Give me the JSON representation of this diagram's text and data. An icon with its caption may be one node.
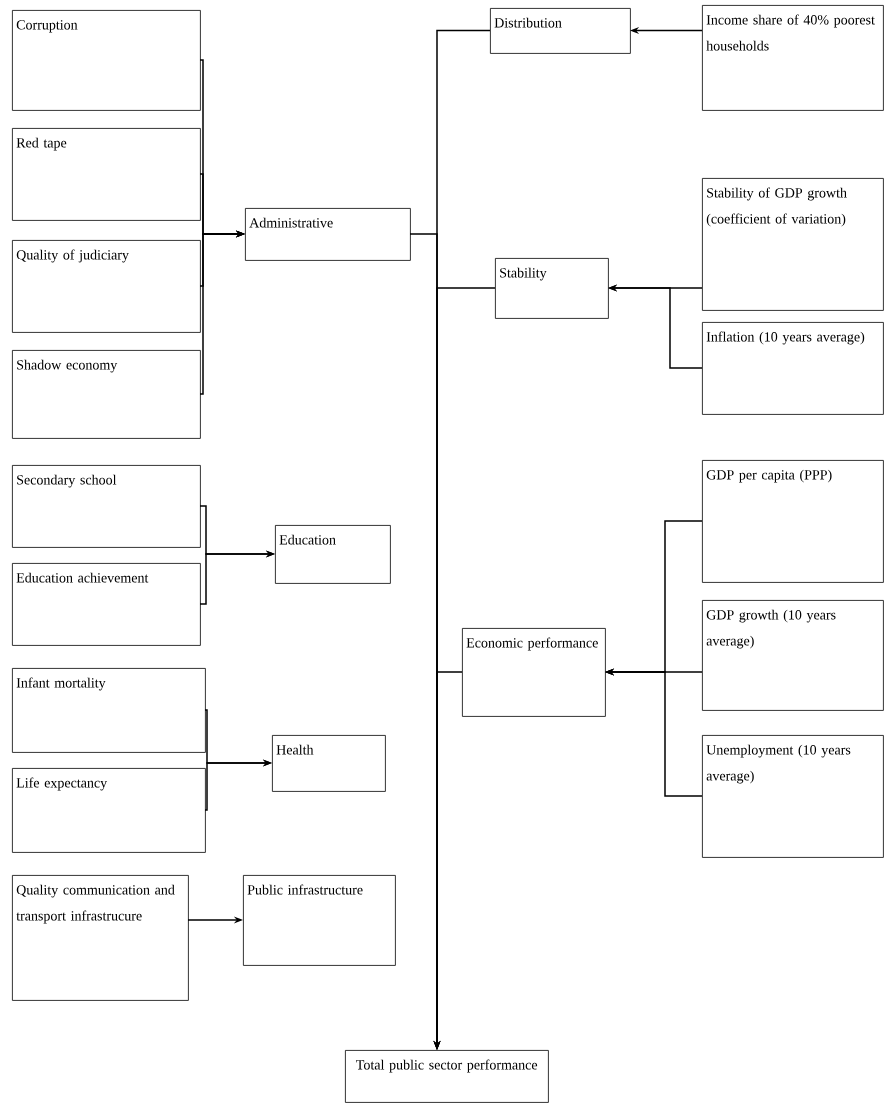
{
  "diagram": {
    "nodes": [
      {
        "text": [
          "Corruption"
        ]
      },
      {
        "text": [
          "Red tape"
        ]
      },
      {
        "text": [
          "Quality of judiciary"
        ]
      },
      {
        "text": [
          "Shadow economy"
        ]
      },
      {
        "text": [
          "Administrative"
        ]
      },
      {
        "text": [
          "Secondary school"
        ]
      },
      {
        "text": [
          "Education achievement"
        ]
      },
      {
        "text": [
          "Education"
        ]
      },
      {
        "text": [
          "Infant mortality"
        ]
      },
      {
        "text": [
          "Life expectancy"
        ]
      },
      {
        "text": [
          "Health"
        ]
      },
      {
        "text": [
          "Quality communication and transport infrastrucure"
        ]
      },
      {
        "text": [
          "Public infrastructure"
        ]
      },
      {
        "text": [
          "Distribution"
        ]
      },
      {
        "text": [
          "Income share of 40% poorest households"
        ]
      },
      {
        "text": [
          "Stability"
        ]
      },
      {
        "text": [
          "Stability of GDP growth (coefficient of variation)"
        ]
      },
      {
        "text": [
          "Inflation (10 years average)"
        ]
      },
      {
        "text": [
          "Economic performance"
        ]
      },
      {
        "text": [
          "GDP per capita (PPP)"
        ]
      },
      {
        "text": [
          "GDP growth (10 years average)"
        ]
      },
      {
        "text": [
          "Unemployment (10 years average)"
        ]
      },
      {
        "text": [
          "Total public sector performance"
        ]
      }
    ],
    "edges": [
      {
        "from": 0,
        "to": 4,
        "arrow": "to"
      },
      {
        "from": 1,
        "to": 4,
        "arrow": "to"
      },
      {
        "from": 2,
        "to": 4,
        "arrow": "to"
      },
      {
        "from": 3,
        "to": 4,
        "arrow": "to"
      },
      {
        "from": 5,
        "to": 7,
        "arrow": "to"
      },
      {
        "from": 6,
        "to": 7,
        "arrow": "to"
      },
      {
        "from": 8,
        "to": 10,
        "arrow": "to"
      },
      {
        "from": 9,
        "to": 10,
        "arrow": "to"
      },
      {
        "from": 11,
        "to": 12,
        "arrow": "to"
      },
      {
        "from": 14,
        "to": 13,
        "arrow": "to"
      },
      {
        "from": 16,
        "to": 15,
        "arrow": "to"
      },
      {
        "from": 17,
        "to": 15,
        "arrow": "to"
      },
      {
        "from": 19,
        "to": 18,
        "arrow": "to"
      },
      {
        "from": 20,
        "to": 18,
        "arrow": "to"
      },
      {
        "from": 21,
        "to": 18,
        "arrow": "to"
      },
      {
        "from": 4,
        "to": 22,
        "arrow": "to"
      },
      {
        "from": 13,
        "to": 22,
        "arrow": "to"
      },
      {
        "from": 15,
        "to": 22,
        "arrow": "to"
      },
      {
        "from": 18,
        "to": 22,
        "arrow": "to"
      }
    ]
  }
}
